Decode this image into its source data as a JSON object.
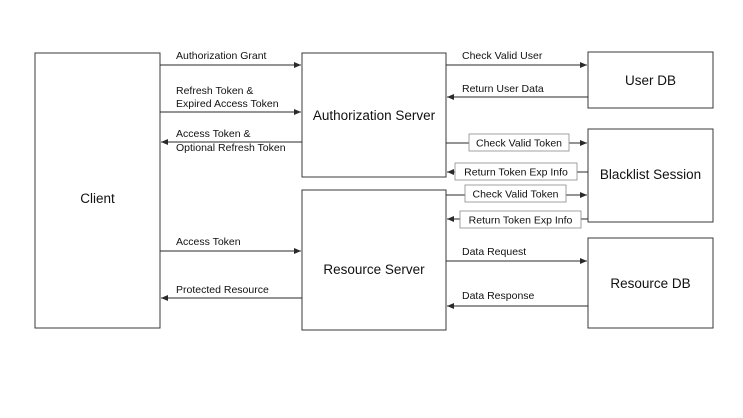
{
  "nodes": {
    "client": "Client",
    "auth_server": "Authorization Server",
    "resource_server": "Resource Server",
    "user_db": "User DB",
    "blacklist_session": "Blacklist Session",
    "resource_db": "Resource DB"
  },
  "edges": {
    "authorization_grant": "Authorization Grant",
    "refresh_token_1": "Refresh Token &",
    "refresh_token_2": "Expired Access Token",
    "access_token_opt_1": "Access Token &",
    "access_token_opt_2": "Optional Refresh Token",
    "access_token": "Access Token",
    "protected_resource": "Protected Resource",
    "check_valid_user": "Check Valid User",
    "return_user_data": "Return User Data",
    "check_valid_token_auth": "Check Valid Token",
    "return_token_exp_auth": "Return Token Exp Info",
    "check_valid_token_res": "Check Valid Token",
    "return_token_exp_res": "Return Token Exp Info",
    "data_request": "Data Request",
    "data_response": "Data Response"
  }
}
